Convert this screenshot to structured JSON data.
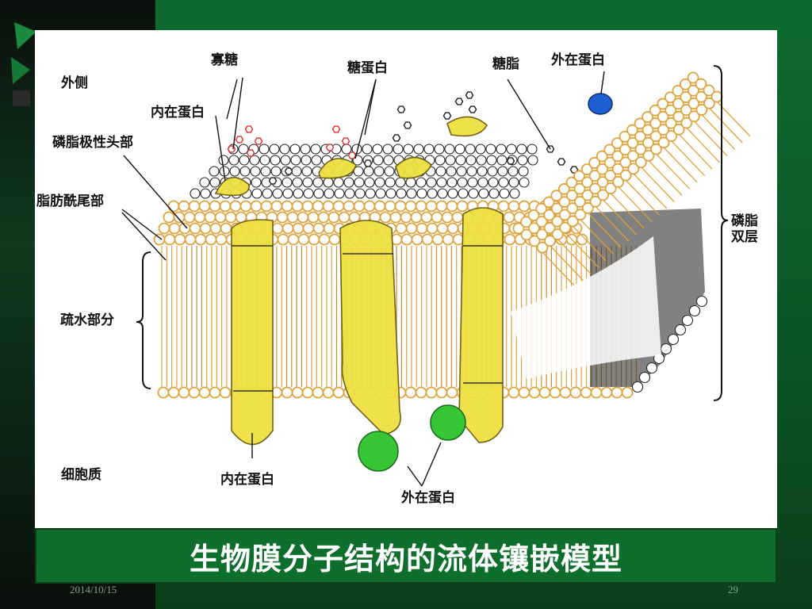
{
  "labels": {
    "outside": "外侧",
    "oligosaccharide": "寡糖",
    "glycoprotein": "糖蛋白",
    "glycolipid": "糖脂",
    "peripheral_protein_top": "外在蛋白",
    "integral_protein_top": "内在蛋白",
    "polar_head": "磷脂极性头部",
    "fatty_acid_tail": "脂肪酰尾部",
    "hydrophobic_region": "疏水部分",
    "phospholipid_bilayer": "磷脂\n双层",
    "cytoplasm": "细胞质",
    "integral_protein_bottom": "内在蛋白",
    "peripheral_protein_bottom": "外在蛋白"
  },
  "title": "生物膜分子结构的流体镶嵌模型",
  "footer": {
    "date": "2014/10/15",
    "page": "29"
  },
  "colors": {
    "lipid_orange": "#e0a23a",
    "protein_yellow": "#eee040",
    "peripheral_green": "#35c535",
    "peripheral_blue": "#1d5fd0",
    "sugar_red": "#e23030",
    "title_bar_green": "#0e6f2c"
  }
}
